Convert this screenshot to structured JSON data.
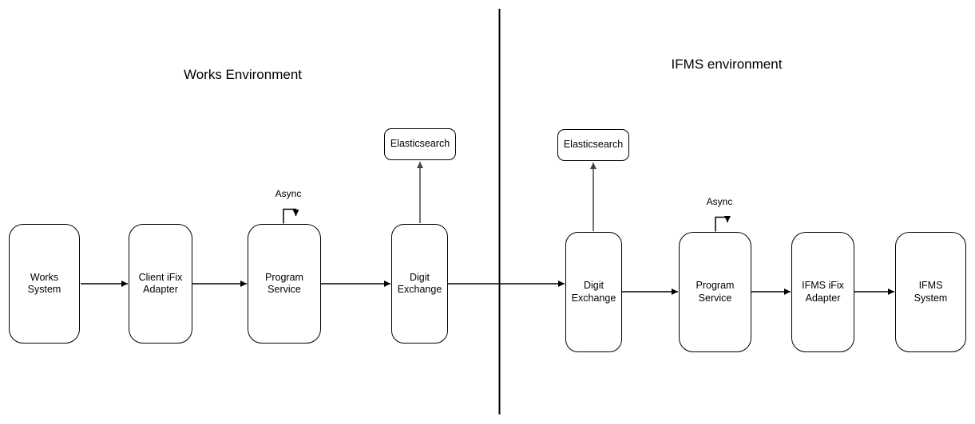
{
  "diagram": {
    "titles": {
      "works": "Works Environment",
      "ifms": "IFMS environment"
    },
    "nodes": {
      "works_system": {
        "label": "Works\nSystem"
      },
      "client_ifix_adapter": {
        "label": "Client iFix\nAdapter"
      },
      "program_service_works": {
        "label": "Program\nService"
      },
      "digit_exchange_works": {
        "label": "Digit\nExchange"
      },
      "elasticsearch_works": {
        "label": "Elasticsearch"
      },
      "digit_exchange_ifms": {
        "label": "Digit\nExchange"
      },
      "program_service_ifms": {
        "label": "Program\nService"
      },
      "ifms_ifix_adapter": {
        "label": "IFMS iFix\nAdapter"
      },
      "ifms_system": {
        "label": "IFMS\nSystem"
      },
      "elasticsearch_ifms": {
        "label": "Elasticsearch"
      }
    },
    "annotations": {
      "async_works": "Async",
      "async_ifms": "Async"
    },
    "edges": [
      {
        "from": "works_system",
        "to": "client_ifix_adapter",
        "type": "arrow"
      },
      {
        "from": "client_ifix_adapter",
        "to": "program_service_works",
        "type": "arrow"
      },
      {
        "from": "program_service_works",
        "to": "program_service_works",
        "type": "self-loop",
        "label": "Async"
      },
      {
        "from": "program_service_works",
        "to": "digit_exchange_works",
        "type": "arrow"
      },
      {
        "from": "digit_exchange_works",
        "to": "elasticsearch_works",
        "type": "arrow"
      },
      {
        "from": "digit_exchange_works",
        "to": "digit_exchange_ifms",
        "type": "arrow"
      },
      {
        "from": "digit_exchange_ifms",
        "to": "elasticsearch_ifms",
        "type": "arrow"
      },
      {
        "from": "digit_exchange_ifms",
        "to": "program_service_ifms",
        "type": "arrow"
      },
      {
        "from": "program_service_ifms",
        "to": "program_service_ifms",
        "type": "self-loop",
        "label": "Async"
      },
      {
        "from": "program_service_ifms",
        "to": "ifms_ifix_adapter",
        "type": "arrow"
      },
      {
        "from": "ifms_ifix_adapter",
        "to": "ifms_system",
        "type": "arrow"
      }
    ],
    "colors": {
      "stroke": "#000000",
      "elasticsearch_arrow": "#424242",
      "background": "#ffffff",
      "text": "#000000"
    }
  }
}
